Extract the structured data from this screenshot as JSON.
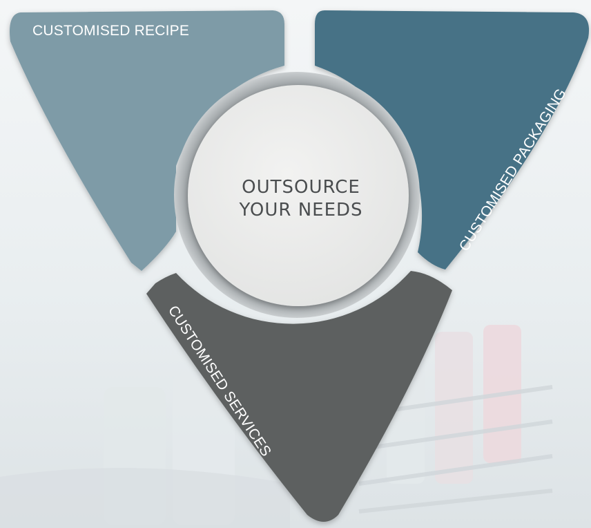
{
  "diagram": {
    "center": {
      "line1": "OUTSOURCE",
      "line2": "YOUR NEEDS",
      "fill": "#ececeb"
    },
    "segments": [
      {
        "label": "CUSTOMISED RECIPE",
        "color": "#7e9ba7"
      },
      {
        "label": "CUSTOMISED PACKAGING",
        "color": "#467286"
      },
      {
        "label": "CUSTOMISED SERVICES",
        "color": "#5d6160"
      }
    ]
  }
}
